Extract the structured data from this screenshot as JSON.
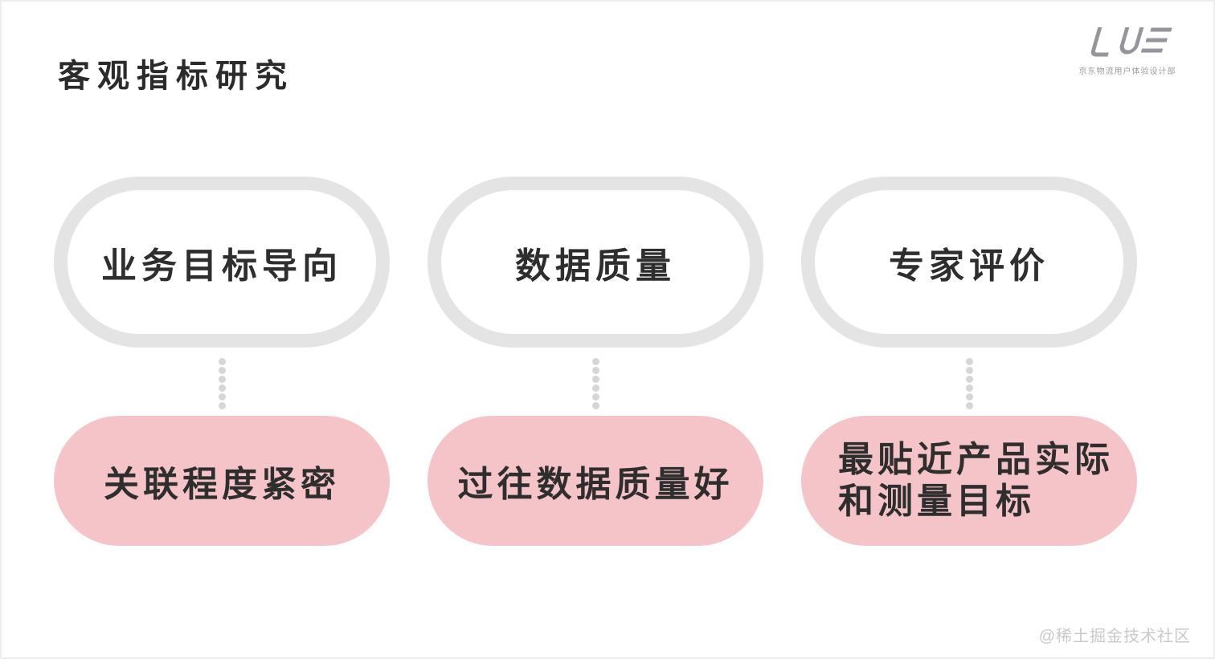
{
  "slide": {
    "title": "客观指标研究",
    "watermark": "@稀土掘金技术社区"
  },
  "logo": {
    "text": "LUE",
    "subtitle": "京东物流用户体验设计部"
  },
  "columns": [
    {
      "stage": "业务目标导向",
      "result": "关联程度紧密"
    },
    {
      "stage": "数据质量",
      "result": "过往数据质量好"
    },
    {
      "stage": "专家评价",
      "result_lines": [
        "最贴近产品实际",
        "和测量目标"
      ]
    }
  ],
  "colors": {
    "stage_pill_border": "#e4e4e4",
    "result_pill_fill": "#f5c4c8",
    "text": "#2e2e2e",
    "connector_dot": "#d6d6d6",
    "logo": "#95959d",
    "watermark": "#c9c9c9"
  }
}
